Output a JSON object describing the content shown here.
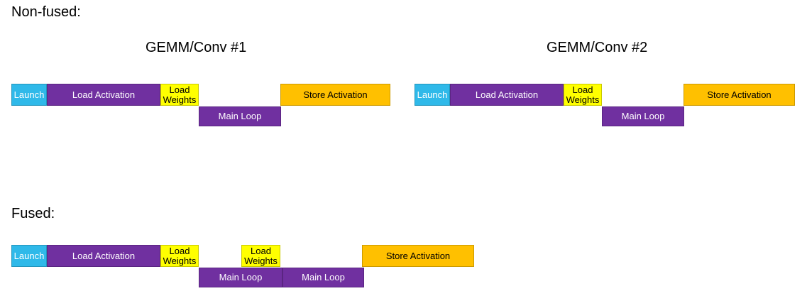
{
  "sections": {
    "nonfused": {
      "label": "Non-fused:",
      "groups": [
        {
          "title": "GEMM/Conv #1"
        },
        {
          "title": "GEMM/Conv #2"
        }
      ]
    },
    "fused": {
      "label": "Fused:"
    }
  },
  "boxes": {
    "launch": "Launch",
    "load_activation": "Load Activation",
    "load_weights": "Load Weights",
    "main_loop": "Main Loop",
    "store_activation": "Store Activation"
  },
  "colors": {
    "launch_fill": "#2FB9E9",
    "compute_fill": "#7030A0",
    "weights_fill": "#FFFF00",
    "store_fill": "#FFC000",
    "light_text": "#FFFFFF",
    "dark_text": "#000000",
    "background": "#FFFFFF"
  }
}
